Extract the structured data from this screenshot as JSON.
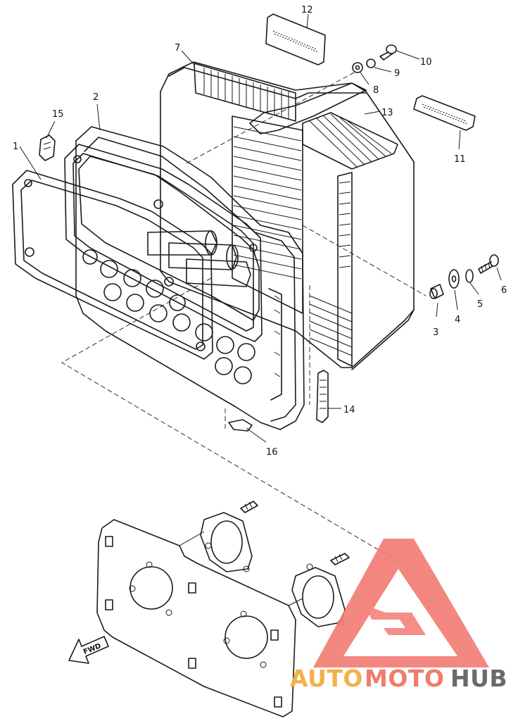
{
  "diagram": {
    "part_numbers": [
      "1",
      "2",
      "3",
      "4",
      "5",
      "6",
      "7",
      "8",
      "9",
      "10",
      "11",
      "12",
      "13",
      "14",
      "15",
      "16"
    ],
    "direction_marker": "FWD"
  },
  "watermark": {
    "prefix": "AUTO",
    "middle": "MOTO",
    "suffix": "HUB",
    "prefix_color": "#f4b04a",
    "middle_color": "#f07c6c",
    "suffix_color": "#6a6a6a",
    "logo_color": "#f27b73"
  }
}
